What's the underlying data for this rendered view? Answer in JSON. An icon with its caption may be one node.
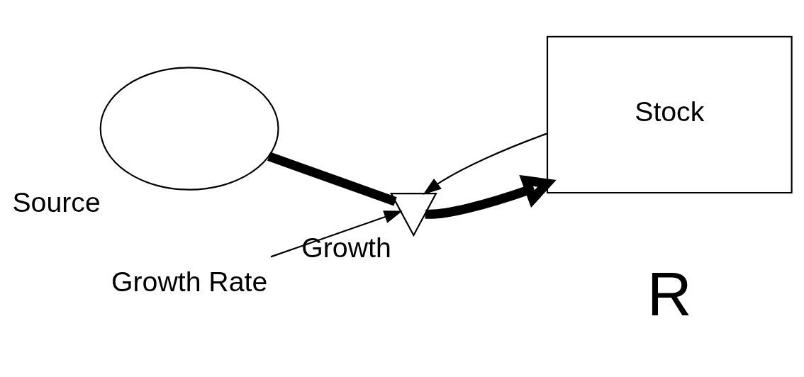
{
  "diagram": {
    "nodes": [
      {
        "text": [],
        "shape": "cloud",
        "beside": [
          "Source"
        ]
      },
      {
        "text": [
          "Growth"
        ]
      },
      {
        "text": [
          "Stock"
        ]
      },
      {
        "text": [
          "Growth Rate"
        ]
      }
    ],
    "edges": [
      {
        "from": 0,
        "to": 1,
        "arrow": "none",
        "style": "thick"
      },
      {
        "from": 1,
        "to": 2,
        "arrow": "to",
        "style": "thick"
      },
      {
        "from": 3,
        "to": 1,
        "arrow": "to"
      },
      {
        "from": 2,
        "to": 1,
        "arrow": "to"
      }
    ],
    "labels": [
      "R"
    ]
  }
}
